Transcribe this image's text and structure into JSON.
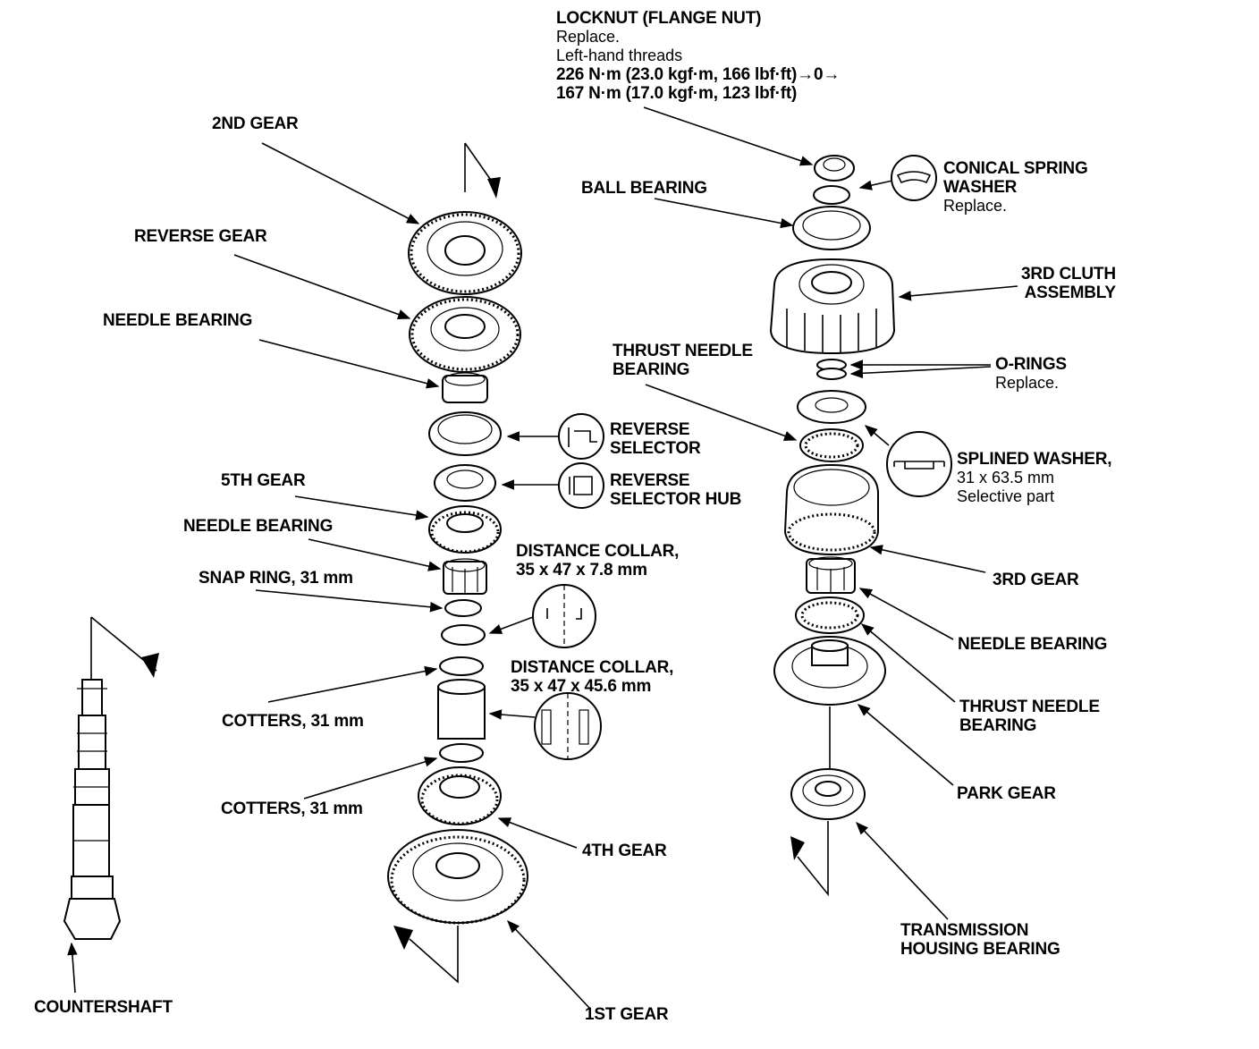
{
  "diagram": {
    "labels": {
      "locknut": {
        "title": "LOCKNUT (FLANGE NUT)",
        "note1": "Replace.",
        "note2": "Left-hand threads",
        "torque1": "226 N·m (23.0 kgf·m, 166 lbf·ft)→0→",
        "torque2": "167 N·m (17.0 kgf·m, 123 lbf·ft)"
      },
      "second_gear": "2ND GEAR",
      "ball_bearing": "BALL BEARING",
      "conical_spring_washer": {
        "line1": "CONICAL SPRING",
        "line2": "WASHER",
        "note": "Replace."
      },
      "reverse_gear": "REVERSE GEAR",
      "third_clutch": {
        "line1": "3RD CLUTH",
        "line2": "ASSEMBLY"
      },
      "needle_bearing_upper": "NEEDLE BEARING",
      "thrust_needle_bearing_upper": {
        "line1": "THRUST NEEDLE",
        "line2": "BEARING"
      },
      "o_rings": {
        "title": "O-RINGS",
        "note": "Replace."
      },
      "reverse_selector": {
        "line1": "REVERSE",
        "line2": "SELECTOR"
      },
      "splined_washer": {
        "line1": "SPLINED WASHER,",
        "line2": "31 x 63.5 mm",
        "note": "Selective part"
      },
      "reverse_selector_hub": {
        "line1": "REVERSE",
        "line2": "SELECTOR HUB"
      },
      "fifth_gear": "5TH GEAR",
      "needle_bearing_middle": "NEEDLE BEARING",
      "distance_collar_short": {
        "line1": "DISTANCE COLLAR,",
        "line2": "35 x 47 x 7.8 mm"
      },
      "snap_ring": "SNAP RING, 31 mm",
      "third_gear": "3RD GEAR",
      "needle_bearing_right": "NEEDLE BEARING",
      "distance_collar_long": {
        "line1": "DISTANCE COLLAR,",
        "line2": "35 x 47 x 45.6 mm"
      },
      "thrust_needle_bearing_lower": {
        "line1": "THRUST NEEDLE",
        "line2": "BEARING"
      },
      "cotters_upper": "COTTERS, 31 mm",
      "park_gear": "PARK GEAR",
      "cotters_lower": "COTTERS, 31 mm",
      "fourth_gear": "4TH GEAR",
      "transmission_housing_bearing": {
        "line1": "TRANSMISSION",
        "line2": "HOUSING BEARING"
      },
      "countershaft": "COUNTERSHAFT",
      "first_gear": "1ST GEAR"
    }
  }
}
